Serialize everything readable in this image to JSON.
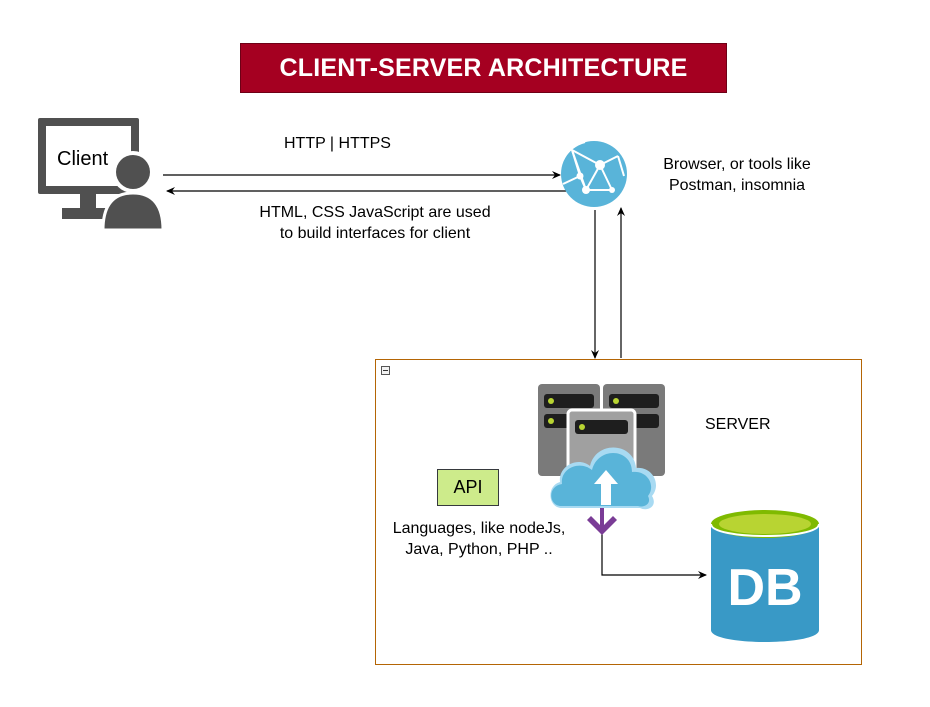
{
  "title": "CLIENT-SERVER ARCHITECTURE",
  "client_label": "Client",
  "protocol_label": "HTTP | HTTPS",
  "response_label": {
    "line1": "HTML, CSS JavaScript are used",
    "line2": "to build interfaces for client"
  },
  "browser_label": {
    "line1": "Browser, or tools like",
    "line2": "Postman, insomnia"
  },
  "server_label": "SERVER",
  "api_label": "API",
  "languages_label": {
    "line1": "Languages, like nodeJs,",
    "line2": "Java, Python, PHP .."
  },
  "db_label": "DB",
  "colors": {
    "title_bg": "#a50021",
    "server_border": "#b46504",
    "api_bg": "#cdeb8b",
    "db_blue": "#3999c6",
    "db_top": "#b8d432",
    "cloud_blue": "#6fc2ea",
    "arrow_purple": "#7a3c96",
    "client_gray": "#505050"
  }
}
